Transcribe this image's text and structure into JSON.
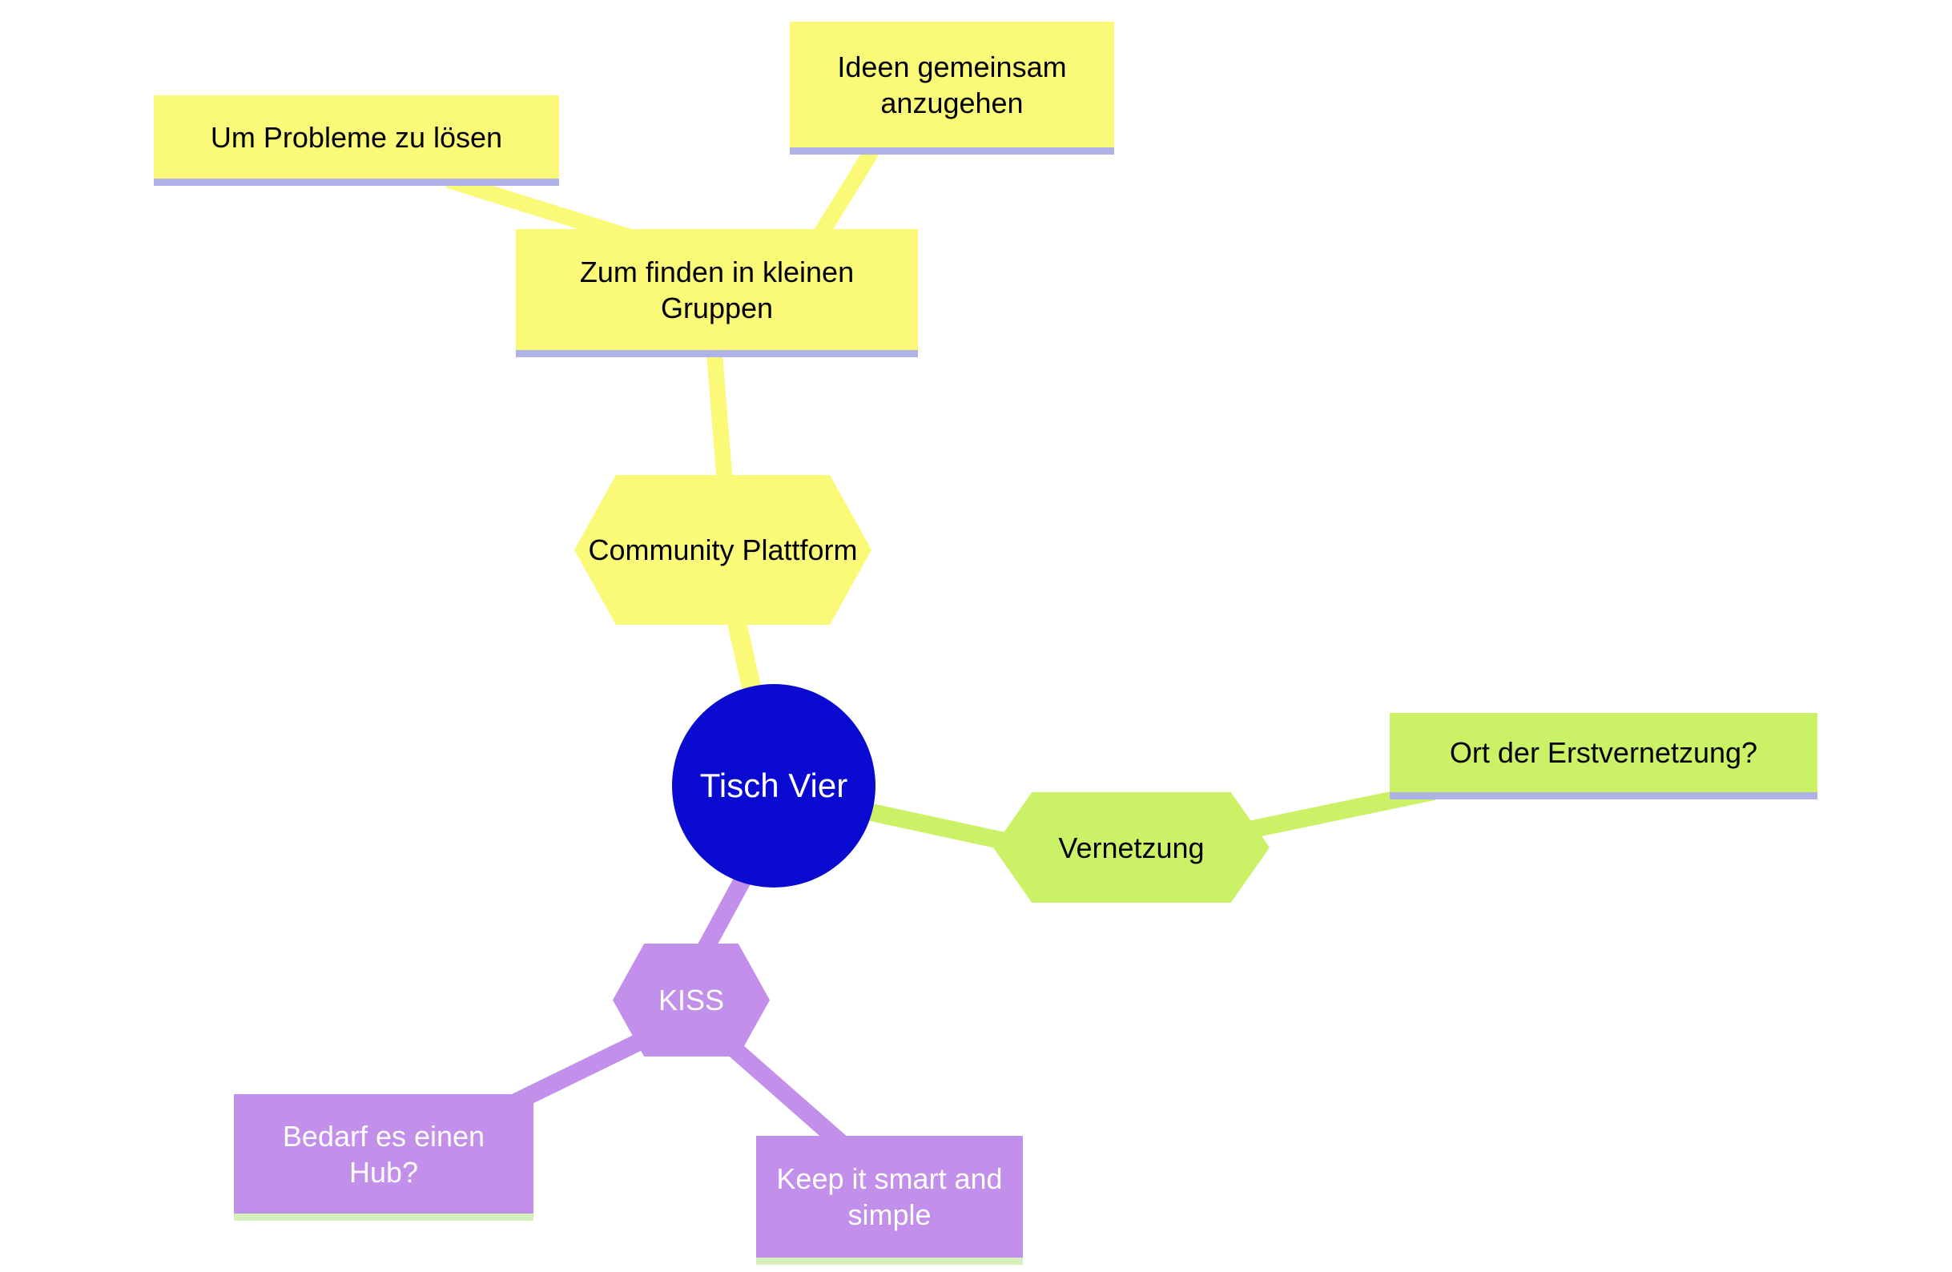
{
  "mindmap": {
    "root": {
      "label": "Tisch Vier"
    },
    "nodes": {
      "community": {
        "label": "Community Plattform"
      },
      "zum_finden": {
        "label": "Zum finden in kleinen Gruppen"
      },
      "um_probleme": {
        "label": "Um Probleme zu lösen"
      },
      "ideen": {
        "label": "Ideen gemeinsam anzugehen"
      },
      "vernetzung": {
        "label": "Vernetzung"
      },
      "ort": {
        "label": "Ort der Erstvernetzung?"
      },
      "kiss": {
        "label": "KISS"
      },
      "bedarf": {
        "label": "Bedarf es einen Hub?"
      },
      "keep": {
        "label": "Keep it smart and simple"
      }
    },
    "colors": {
      "yellow": "#fafa78",
      "green": "#cbf266",
      "purple": "#c28fea",
      "blue": "#0a0ad0",
      "underline_lavender": "#aeb2e6",
      "underline_green": "#d6f0bc",
      "text_dark": "#000000",
      "text_light": "#ffffff",
      "background": "#ffffff"
    }
  }
}
